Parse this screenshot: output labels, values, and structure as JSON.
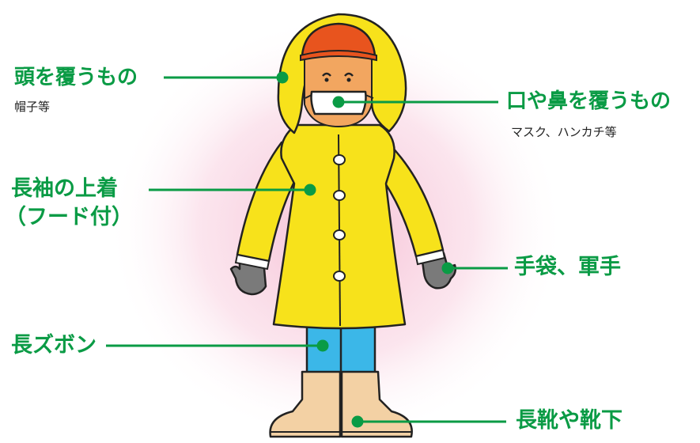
{
  "labels": {
    "head": {
      "title": "頭を覆うもの",
      "sub": "帽子等"
    },
    "mouth": {
      "title": "口や鼻を覆うもの",
      "sub": "マスク、ハンカチ等"
    },
    "coat": {
      "line1": "長袖の上着",
      "line2": "（フード付）"
    },
    "gloves": {
      "title": "手袋、軍手"
    },
    "pants": {
      "title": "長ズボン"
    },
    "boots": {
      "title": "長靴や靴下"
    }
  },
  "colors": {
    "accent": "#0a9b45",
    "raincoat": "#f7e21b",
    "hat": "#e8541e",
    "pants": "#3bb7e8",
    "boots": "#f3d1a4",
    "gloves": "#7a7a7a",
    "glow": "#f7c6d9"
  }
}
